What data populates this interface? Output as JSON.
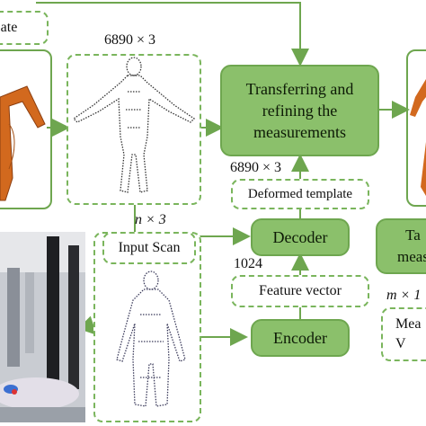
{
  "template_partial": "ate",
  "template_dim": "6890 × 3",
  "transfer_box": "Transferring and refining the measurements",
  "decoder_dim": "6890 × 3",
  "deformed_template": "Deformed template",
  "decoder": "Decoder",
  "scan_dim": "n × 3",
  "input_scan": "Input Scan",
  "feature_dim": "1024",
  "feature_vector": "Feature vector",
  "encoder": "Encoder",
  "right_box_partial": "Ta\nmeas",
  "right_dim_partial": "m × 1",
  "right_dashed_partial": "Mea\nV",
  "colors": {
    "green_fill": "#8bc06b",
    "green_line": "#6ea64f",
    "dash": "#7ab55c",
    "body": "#d2691e"
  }
}
